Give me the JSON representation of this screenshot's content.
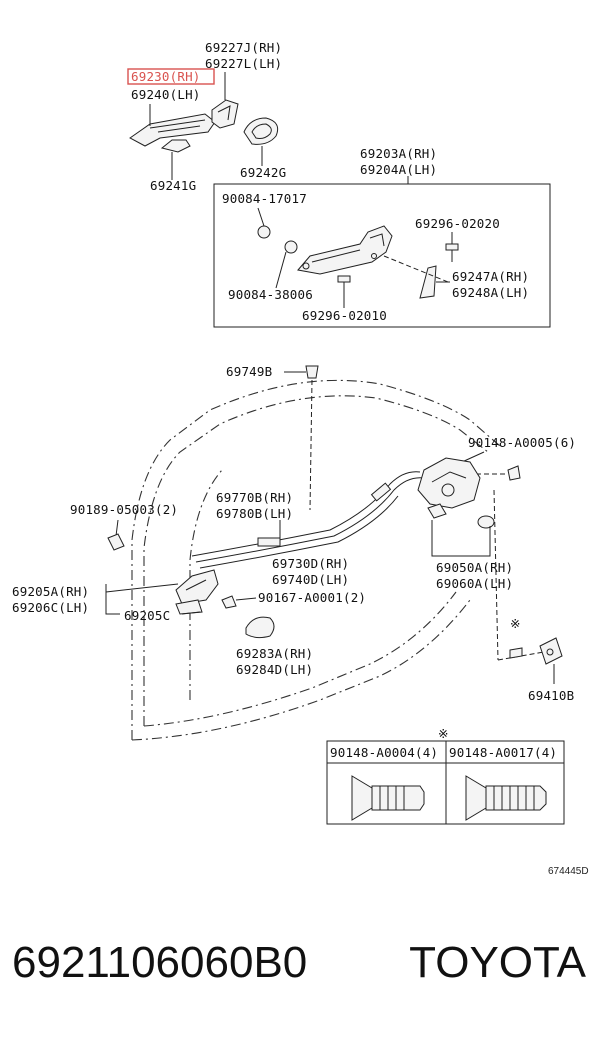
{
  "labels": {
    "p69227J": "69227J(RH)",
    "p69227L": "69227L(LH)",
    "p69230": "69230(RH)",
    "p69240": "69240(LH)",
    "p69241G": "69241G",
    "p69242G": "69242G",
    "p69203A": "69203A(RH)",
    "p69204A": "69204A(LH)",
    "p90084_17017": "90084-17017",
    "p69296_02020": "69296-02020",
    "p69247A": "69247A(RH)",
    "p69248A": "69248A(LH)",
    "p90084_38006": "90084-38006",
    "p69296_02010": "69296-02010",
    "p69749B": "69749B",
    "p90148_A0005": "90148-A0005(6)",
    "p69770B": "69770B(RH)",
    "p69780B": "69780B(LH)",
    "p90189_05003": "90189-05003(2)",
    "p69730D": "69730D(RH)",
    "p69740D": "69740D(LH)",
    "p69050A": "69050A(RH)",
    "p69060A": "69060A(LH)",
    "p69205A": "69205A(RH)",
    "p69206C": "69206C(LH)",
    "p90167_A0001": "90167-A0001(2)",
    "p69205C": "69205C",
    "p69283A": "69283A(RH)",
    "p69284D": "69284D(LH)",
    "p69410B": "69410B",
    "note_mark": "※",
    "table_mark": "※",
    "table_col1": "90148-A0004(4)",
    "table_col2": "90148-A0017(4)",
    "drawing_ref": "674445D"
  },
  "highlight_color": "#d9534f",
  "footer": {
    "part_number": "6921106060B0",
    "brand": "TOYOTA"
  }
}
